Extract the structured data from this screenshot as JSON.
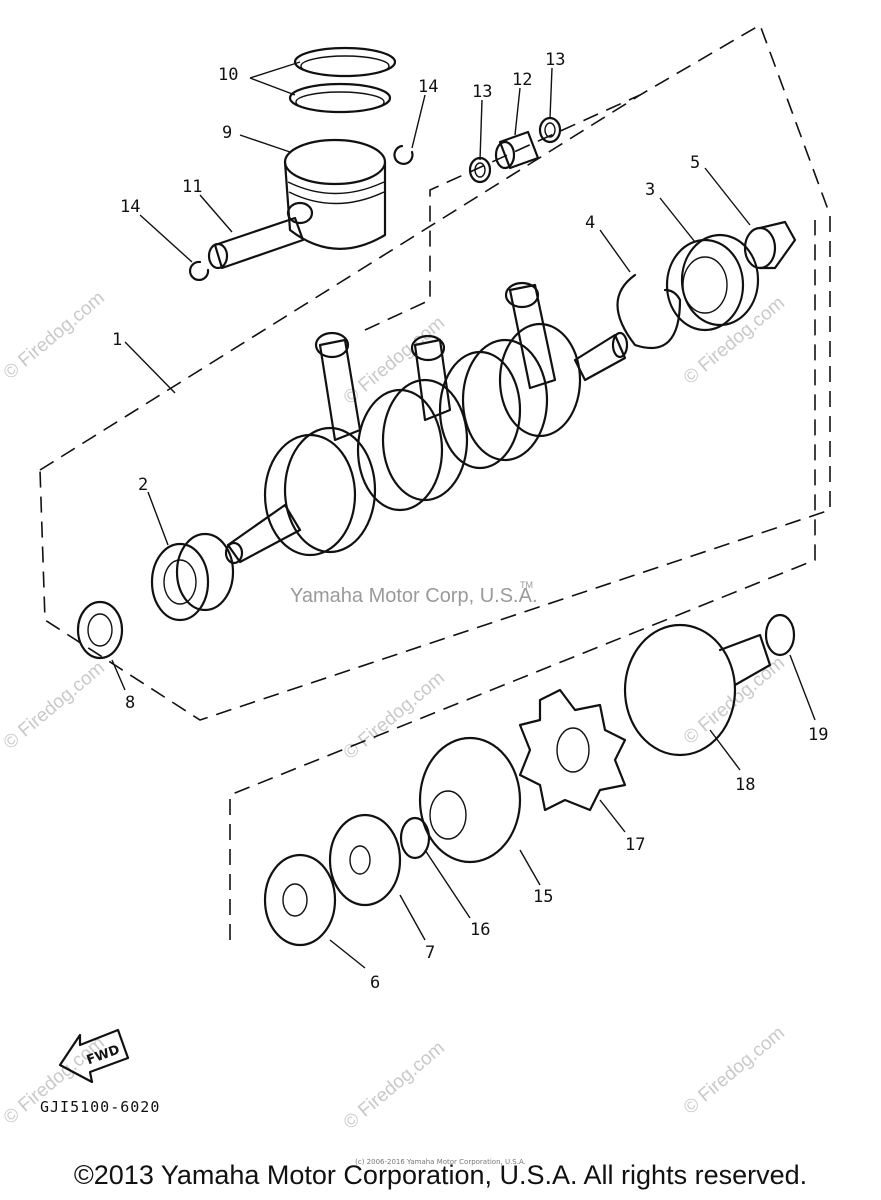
{
  "diagram": {
    "callouts": [
      "1",
      "2",
      "3",
      "4",
      "5",
      "6",
      "7",
      "8",
      "9",
      "10",
      "11",
      "12",
      "13",
      "13",
      "14",
      "14",
      "15",
      "16",
      "17",
      "18",
      "19"
    ],
    "fwd_label": "FWD",
    "part_code": "GJI5100-6020",
    "center_watermark": "Yamaha Motor Corp, U.S.A.",
    "tm_mark": "TM",
    "watermark": "© Firedog.com"
  },
  "footer": {
    "small_copyright": "(c) 2006-2016 Yamaha Motor Corporation, U.S.A.",
    "copyright": "©2013 Yamaha Motor Corporation, U.S.A. All rights reserved."
  }
}
